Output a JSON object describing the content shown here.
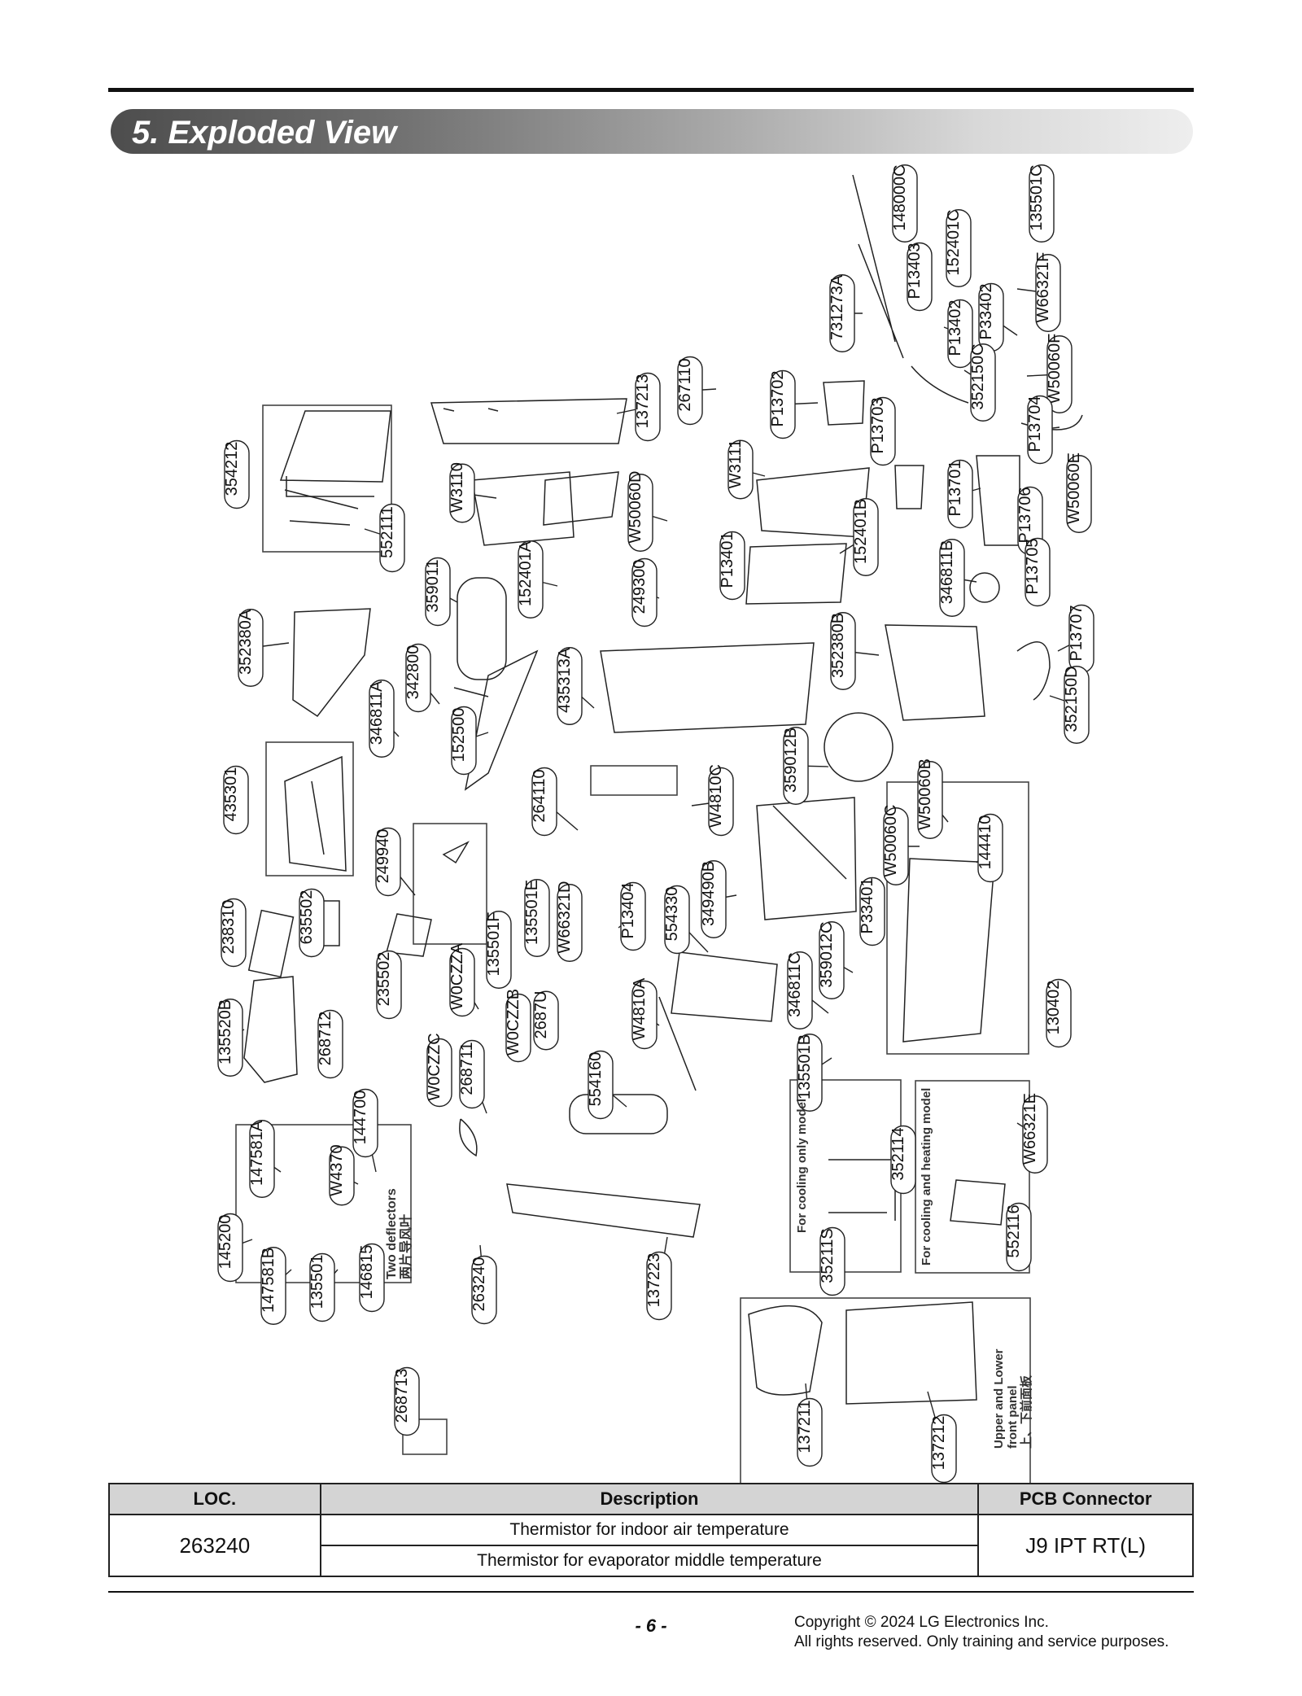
{
  "header": {
    "title": "5. Exploded View"
  },
  "diagram": {
    "part_labels": [
      "148000C",
      "135501C",
      "152401C",
      "P13403",
      "731273A",
      "W66321F",
      "P33402",
      "P13402",
      "352150C",
      "W50060F",
      "137213",
      "267110",
      "P13702",
      "P13703",
      "P13704",
      "354212",
      "W3110",
      "W3111",
      "W50060E",
      "W50060D",
      "P13701",
      "P13706",
      "552111",
      "152401B",
      "P13401",
      "346811B",
      "P13705",
      "359011",
      "152401A",
      "249300",
      "352380A",
      "342800",
      "435313A",
      "352380B",
      "P13707",
      "346811A",
      "152500",
      "352150D",
      "359012B",
      "264110",
      "W4810C",
      "435301",
      "W50060B",
      "W50060C",
      "144410",
      "249940",
      "P33401",
      "P13404",
      "349490B",
      "554330",
      "135501E",
      "W66321D",
      "238310",
      "635502",
      "135501F",
      "359012C",
      "W0CZZA",
      "346811C",
      "235502",
      "W4810A",
      "130402",
      "135520B",
      "268712",
      "W0CZZB",
      "2687U",
      "135501B",
      "W0CZZC",
      "268711",
      "554160",
      "147581A",
      "144700",
      "W4370",
      "352114",
      "W66321E",
      "145200",
      "35211S",
      "552116",
      "147581B",
      "135501",
      "146815",
      "263240",
      "137223",
      "268713",
      "137211",
      "137212"
    ],
    "notes": {
      "deflectors": "Two deflectors",
      "deflectors_cn": "两片导风叶",
      "cooling_only": "For cooling only model",
      "cooling_heating": "For cooling and heating model",
      "panel_1": "Upper and Lower",
      "panel_2": "front panel",
      "panel_cn": "上、下前面板"
    }
  },
  "table": {
    "headers": [
      "LOC.",
      "Description",
      "PCB Connector"
    ],
    "rows": [
      {
        "loc": "263240",
        "descriptions": [
          "Thermistor for indoor air temperature",
          "Thermistor for evaporator middle temperature"
        ],
        "connector": "J9 IPT RT(L)"
      }
    ]
  },
  "footer": {
    "page": "- 6 -",
    "copyright_1": "Copyright © 2024 LG Electronics Inc.",
    "copyright_2": "All rights reserved. Only training and service purposes."
  }
}
